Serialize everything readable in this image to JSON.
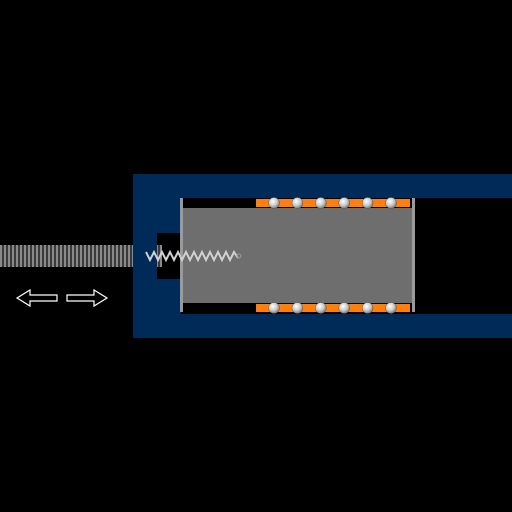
{
  "diagram": {
    "colors": {
      "background": "#000000",
      "housing": "#002a57",
      "piston": "#6e6e6e",
      "piston_edge": "#9a9a9a",
      "rod_thread": "#7a7a7a",
      "spring": "#cfcfcf",
      "bearing_strip": "#ff7f0e",
      "ball": "#d9d9d9",
      "arrow_stroke": "#ffffff"
    },
    "components": {
      "lead_screw": "threaded-rod",
      "spring": "compression-spring",
      "piston": "sliding-carriage",
      "bearings": "linear-ball-bearings",
      "housing": "cylinder-housing"
    },
    "bearing_balls_per_row": 6,
    "motion_arrows": [
      "arrow-left",
      "arrow-right"
    ]
  }
}
